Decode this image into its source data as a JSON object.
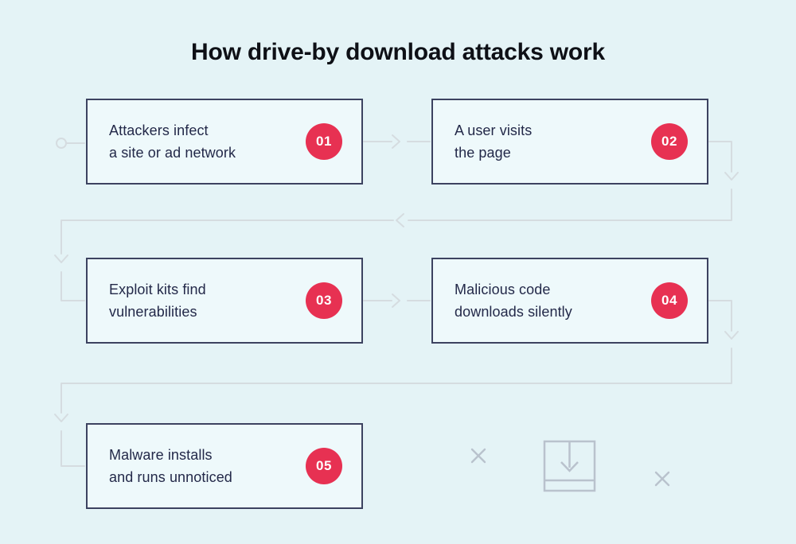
{
  "title": "How drive-by download attacks work",
  "colors": {
    "bg": "#e4f3f6",
    "box-fill": "#eef9fb",
    "box-border": "#3c4260",
    "text": "#232949",
    "title": "#0e1016",
    "accent": "#e73152",
    "badge-text": "#ffffff",
    "connector": "#d5dce0",
    "decor": "#b9c2cd"
  },
  "steps": [
    {
      "number": "01",
      "lines": [
        "Attackers infect",
        "a site or ad network"
      ]
    },
    {
      "number": "02",
      "lines": [
        "A user visits",
        "the page"
      ]
    },
    {
      "number": "03",
      "lines": [
        "Exploit kits find",
        "vulnerabilities"
      ]
    },
    {
      "number": "04",
      "lines": [
        "Malicious code",
        "downloads silently"
      ]
    },
    {
      "number": "05",
      "lines": [
        "Malware installs",
        "and runs unnoticed"
      ]
    }
  ],
  "decorations": {
    "icons": [
      "start-node-icon",
      "arrow-right-icon",
      "arrow-down-icon",
      "arrow-left-icon",
      "x-icon",
      "download-icon",
      "x-icon"
    ]
  }
}
